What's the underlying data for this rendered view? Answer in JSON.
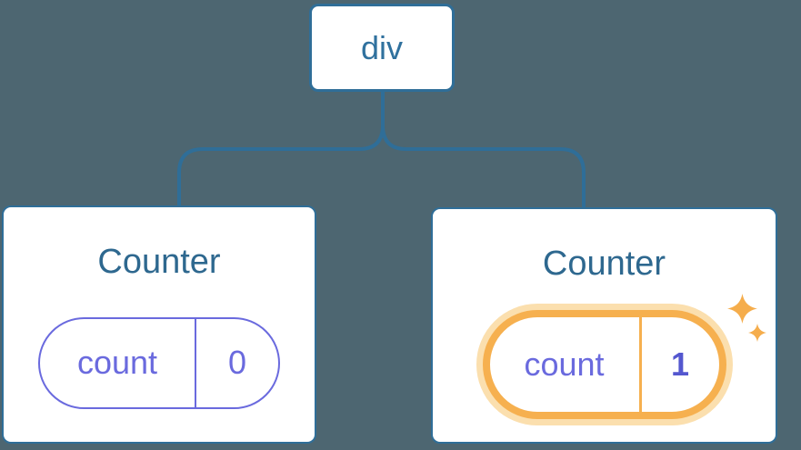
{
  "diagram": {
    "root": {
      "label": "div"
    },
    "children": [
      {
        "title": "Counter",
        "state": {
          "name": "count",
          "value": "0"
        },
        "highlighted": false
      },
      {
        "title": "Counter",
        "state": {
          "name": "count",
          "value": "1"
        },
        "highlighted": true,
        "badge_icon": "sparkles-icon"
      }
    ]
  },
  "colors": {
    "background": "#4d6671",
    "node_border": "#2f6e98",
    "connector_line": "#2f6e98",
    "node_text": "#30719e",
    "title_text": "#2e688f",
    "state_text": "#6a6ade",
    "state_pill_border": "#6a6ade",
    "highlight_value_text": "#5457cf",
    "highlight_border": "#f6b04f",
    "highlight_glow": "#fbdfae",
    "sparkle": "#f5ad4c",
    "card_background": "#ffffff"
  }
}
